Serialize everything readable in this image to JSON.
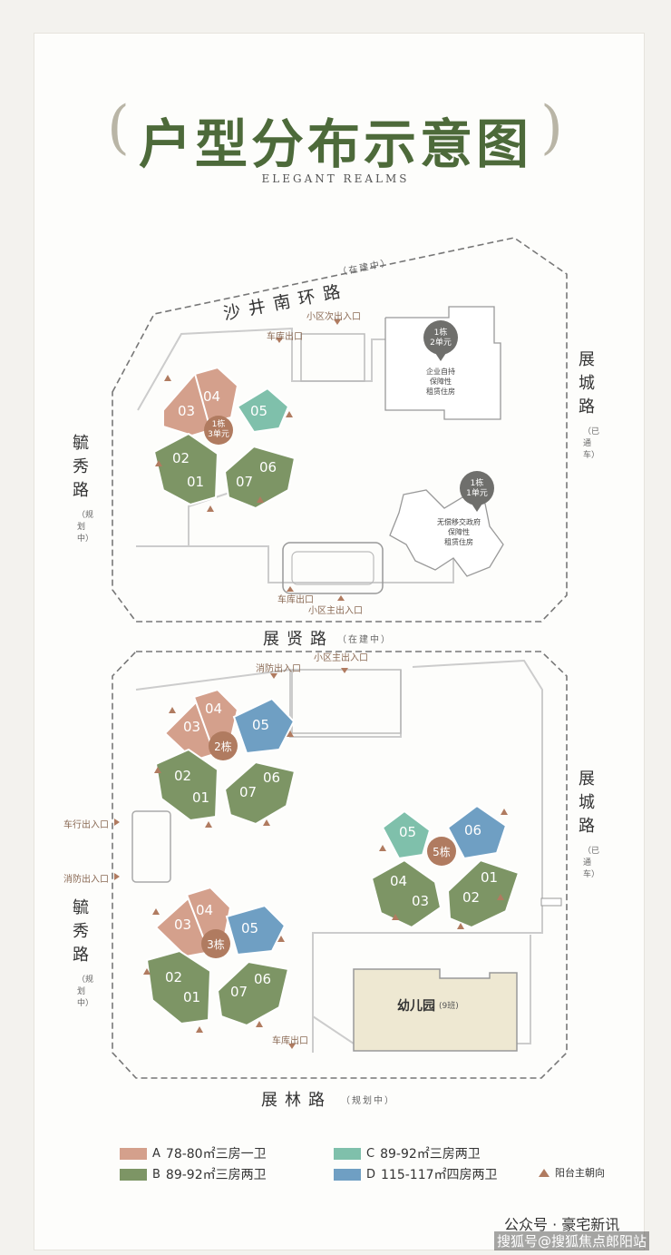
{
  "header": {
    "title": "户型分布示意图",
    "subtitle": "ELEGANT REALMS"
  },
  "colors": {
    "A": "#d4a08c",
    "B": "#7d9565",
    "C": "#7fc0ab",
    "D": "#6f9fc3",
    "marker": "#b07b60",
    "title": "#4d6a3a"
  },
  "map1": {
    "road_top": "沙井南环路",
    "road_top_note": "（在建中）",
    "road_right": "展城路",
    "road_right_note": "（已通车）",
    "road_left": "毓秀路",
    "road_left_note": "（规划中）",
    "road_bottom": "展贤路",
    "road_bottom_note": "（在建中）",
    "entry_top": "小区次出入口",
    "garage_top": "车库出口",
    "garage_bottom": "车库出口",
    "entry_bottom": "小区主出入口",
    "pin_21": "1栋\n2单元",
    "pin_21_l1": "1栋",
    "pin_21_l2": "2单元",
    "pin_21_desc_1": "企业自持",
    "pin_21_desc_2": "保障性",
    "pin_21_desc_3": "租赁住房",
    "pin_11_l1": "1栋",
    "pin_11_l2": "1单元",
    "pin_11_desc_1": "无偿移交政府",
    "pin_11_desc_2": "保障性",
    "pin_11_desc_3": "租赁住房",
    "bldg_l1": "1栋",
    "bldg_l2": "3单元"
  },
  "map2": {
    "road_right": "展城路",
    "road_right_note": "（已通车）",
    "road_left": "毓秀路",
    "road_left_note": "（规划中）",
    "road_bottom": "展林路",
    "road_bottom_note": "（规划中）",
    "entry_main": "小区主出入口",
    "entry_fire_top": "消防出入口",
    "entry_car_left": "车行出入口",
    "entry_fire_left": "消防出入口",
    "entry_garage": "车库出口",
    "bldg2": "2栋",
    "bldg3": "3栋",
    "bldg5": "5栋",
    "kindergarten": "幼儿园",
    "kindergarten_note": "(9班)"
  },
  "units": {
    "u01": "01",
    "u02": "02",
    "u03": "03",
    "u04": "04",
    "u05": "05",
    "u06": "06",
    "u07": "07"
  },
  "legend": {
    "A_letter": "A",
    "A_text": "78-80㎡三房一卫",
    "B_letter": "B",
    "B_text": "89-92㎡三房两卫",
    "C_letter": "C",
    "C_text": "89-92㎡三房两卫",
    "D_letter": "D",
    "D_text": "115-117㎡四房两卫",
    "balcony": "阳台主朝向"
  },
  "watermark": {
    "line1": "公众号 · 豪宅新讯",
    "line2": "搜狐号@搜狐焦点郎阳站"
  }
}
